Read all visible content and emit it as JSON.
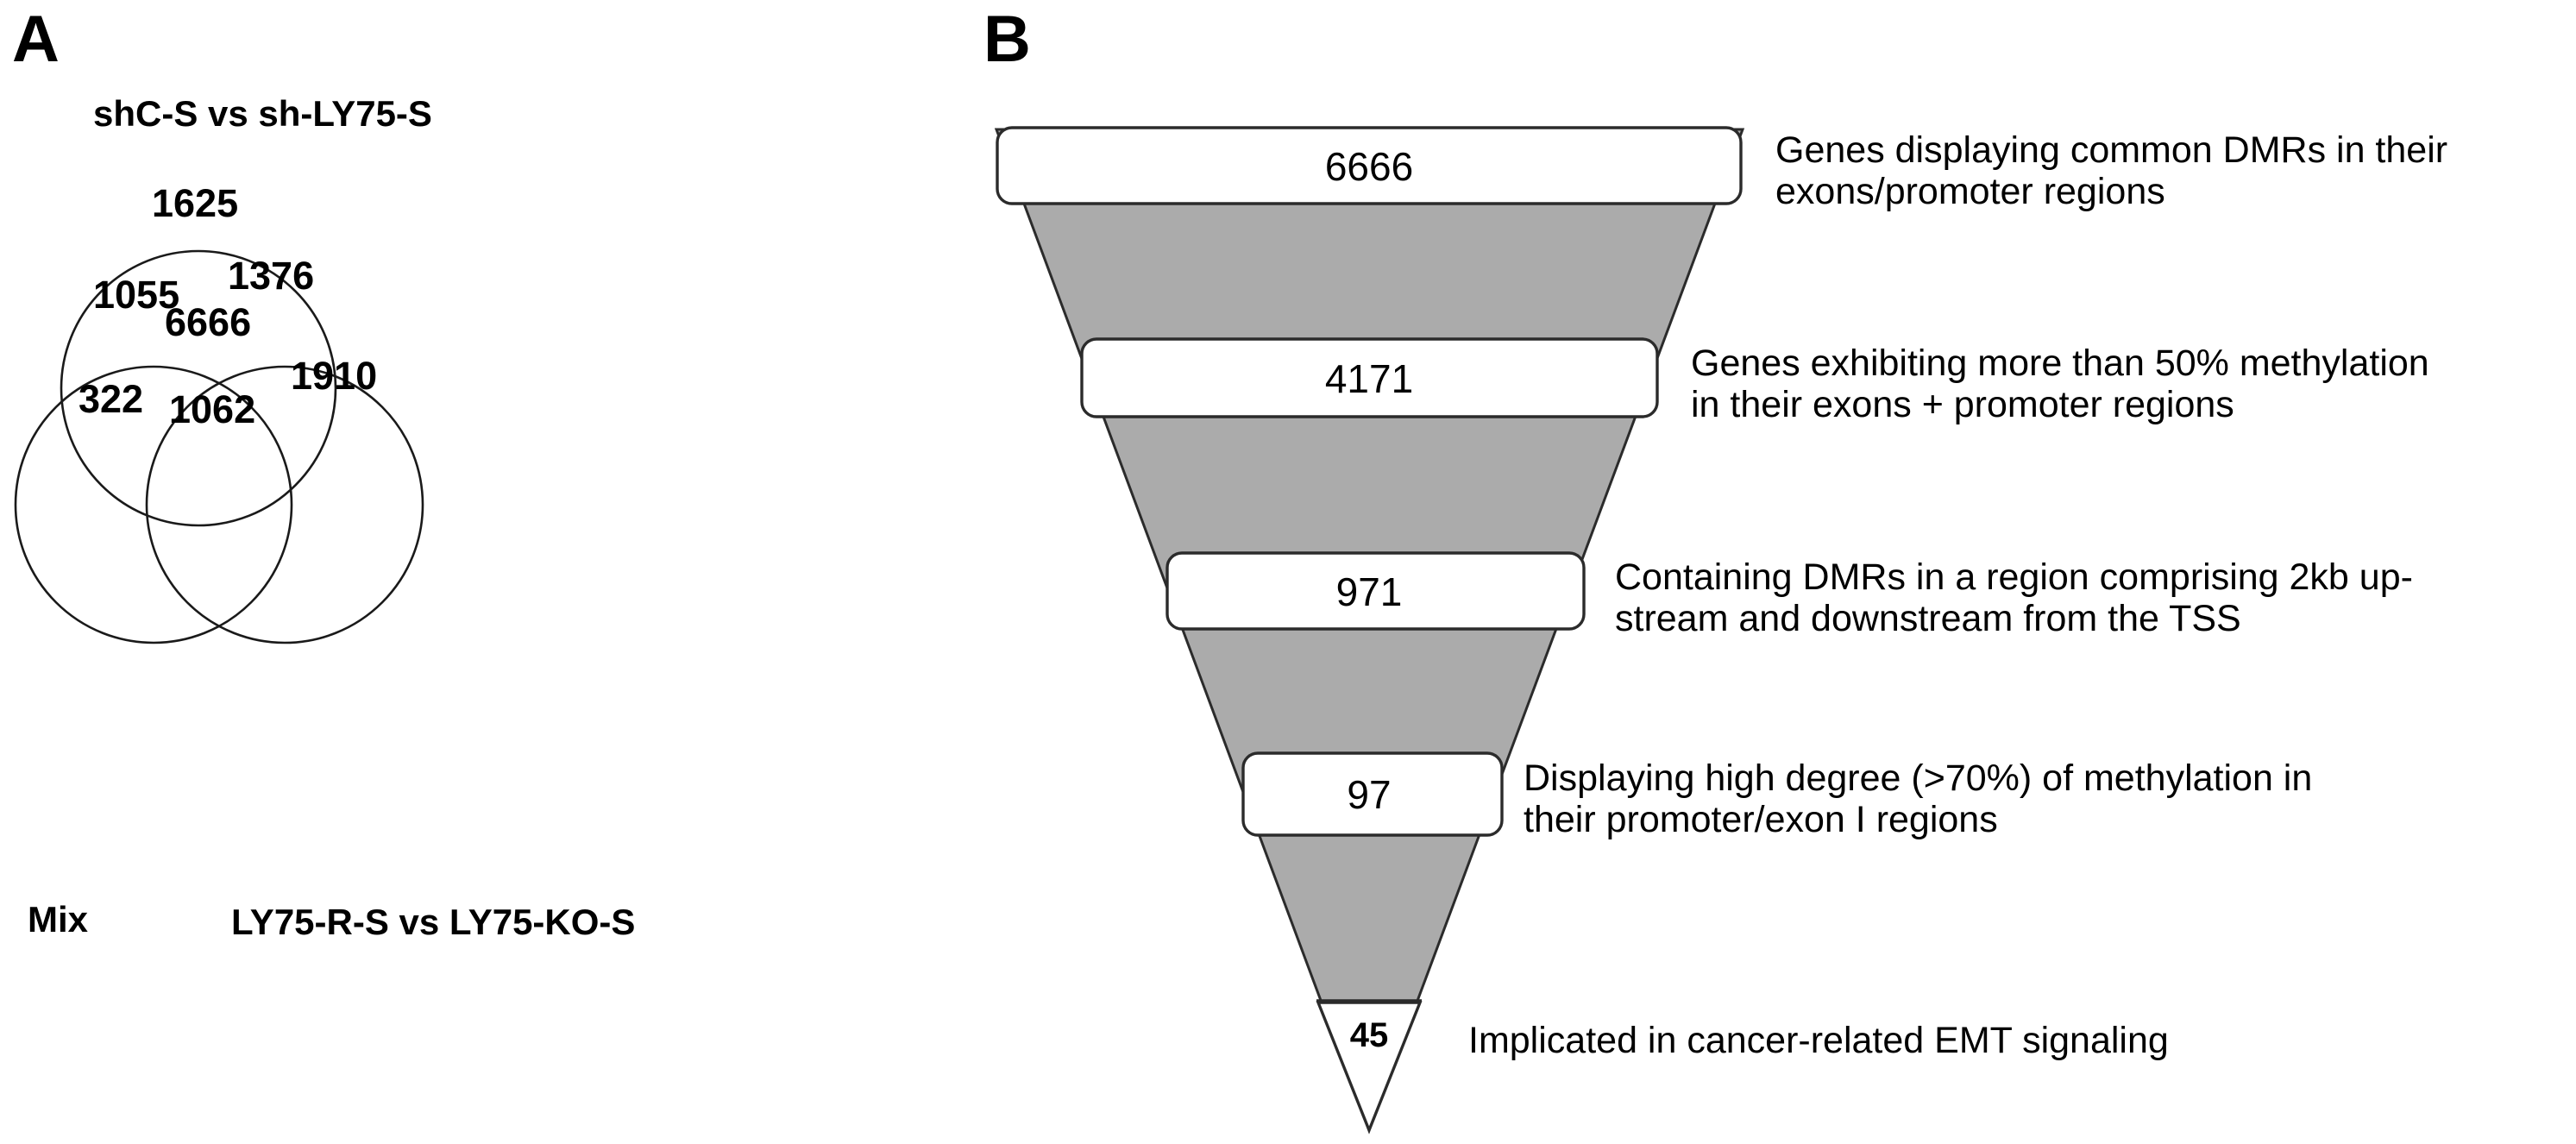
{
  "figure": {
    "panels": [
      {
        "letter": "A",
        "type": "venn"
      },
      {
        "letter": "B",
        "type": "funnel"
      }
    ]
  },
  "panel_a": {
    "letter": "A",
    "type": "venn-3-set",
    "set_labels": {
      "top": "shC-S vs sh-LY75-S",
      "bottom_left": "Mix",
      "bottom_right": "LY75-R-S vs LY75-KO-S"
    },
    "regions": [
      {
        "key": "top_only",
        "label": "1625",
        "value": 1625
      },
      {
        "key": "top_and_left",
        "label": "1055",
        "value": 1055
      },
      {
        "key": "top_and_right",
        "label": "1376",
        "value": 1376
      },
      {
        "key": "all_three",
        "label": "6666",
        "value": 6666
      },
      {
        "key": "left_only",
        "label": "322",
        "value": 322
      },
      {
        "key": "left_and_right",
        "label": "1062",
        "value": 1062
      },
      {
        "key": "right_only",
        "label": "1910",
        "value": 1910
      }
    ]
  },
  "panel_b": {
    "letter": "B",
    "type": "funnel",
    "fill_color": "#ababab",
    "box_fill_color": "#ffffff",
    "stroke_color": "#2b2b2b",
    "steps": [
      {
        "value": "6666",
        "number": 6666,
        "caption_lines": [
          "Genes displaying common DMRs in their",
          "exons/promoter regions"
        ],
        "caption": "Genes displaying common DMRs in their exons/promoter regions"
      },
      {
        "value": "4171",
        "number": 4171,
        "caption_lines": [
          "Genes exhibiting more than  50% methylation",
          "in their exons + promoter regions"
        ],
        "caption": "Genes exhibiting more than  50% methylation in their exons + promoter regions"
      },
      {
        "value": "971",
        "number": 971,
        "caption_lines": [
          "Containing DMRs in a region comprising 2kb up-",
          "stream and downstream from the TSS"
        ],
        "caption": "Containing DMRs in a region comprising 2kb up-stream and downstream from the TSS"
      },
      {
        "value": "97",
        "number": 97,
        "caption_lines": [
          "Displaying high  degree (>70%)  of methylation in",
          "their promoter/exon I regions"
        ],
        "caption": "Displaying high  degree (>70%)  of methylation in their promoter/exon I regions"
      },
      {
        "value": "45",
        "number": 45,
        "caption_lines": [
          "Implicated in cancer-related EMT signaling"
        ],
        "caption": "Implicated in cancer-related EMT signaling"
      }
    ]
  },
  "chart_data": {
    "type": "table",
    "title": "Common DMR gene filtering",
    "venn": {
      "type": "venn3",
      "sets": [
        "shC-S vs sh-LY75-S",
        "Mix",
        "LY75-R-S vs LY75-KO-S"
      ],
      "counts": {
        "shC-S vs sh-LY75-S only": 1625,
        "Mix only": 322,
        "LY75-R-S vs LY75-KO-S only": 1910,
        "shC-S vs sh-LY75-S & Mix": 1055,
        "shC-S vs sh-LY75-S & LY75-R-S vs LY75-KO-S": 1376,
        "Mix & LY75-R-S vs LY75-KO-S": 1062,
        "all three": 6666
      }
    },
    "funnel": {
      "type": "funnel",
      "categories": [
        "Genes displaying common DMRs in their exons/promoter regions",
        "Genes exhibiting more than  50% methylation in their exons + promoter regions",
        "Containing DMRs in a region comprising 2kb up-stream and downstream from the TSS",
        "Displaying high  degree (>70%)  of methylation in their promoter/exon I regions",
        "Implicated in cancer-related EMT signaling"
      ],
      "values": [
        6666,
        4171,
        971,
        97,
        45
      ]
    }
  }
}
